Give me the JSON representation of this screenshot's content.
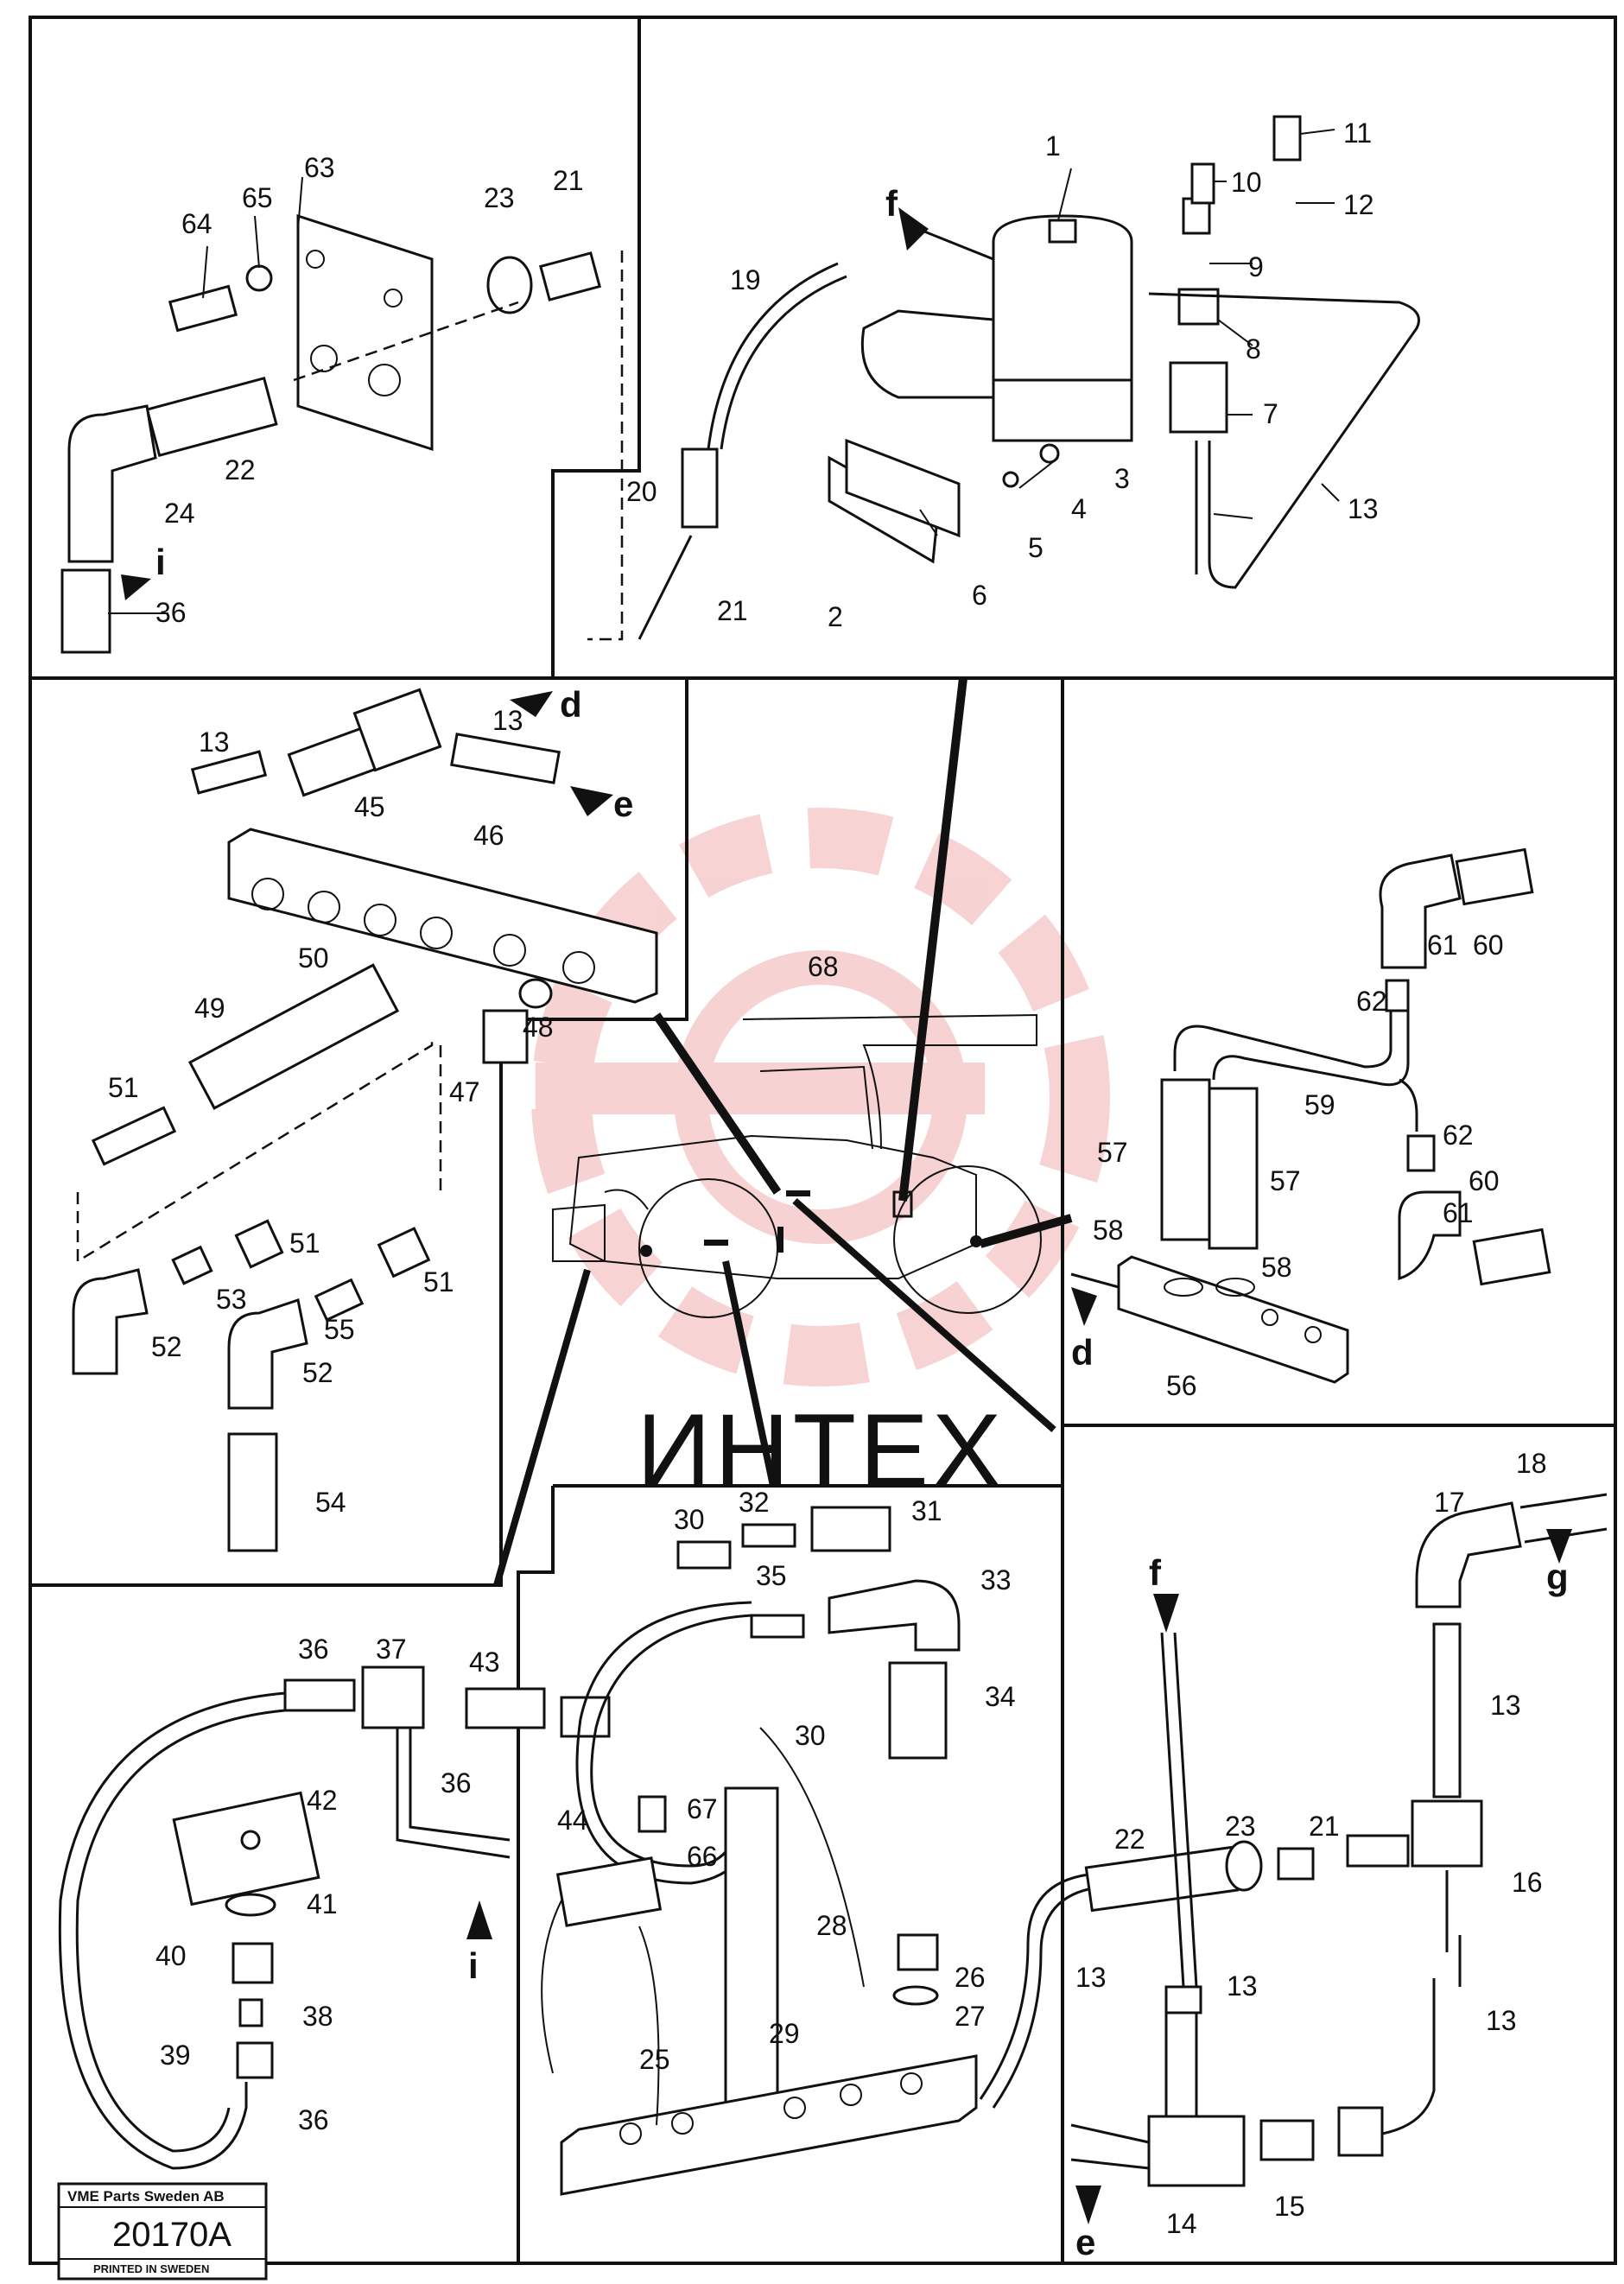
{
  "watermark": "ИНТЕХ",
  "title_block": {
    "company": "VME Parts Sweden AB",
    "drawing_no": "20170A",
    "printed": "PRINTED IN SWEDEN"
  },
  "view_letters": [
    "f",
    "i",
    "d",
    "e",
    "g"
  ],
  "part_numbers": [
    "1",
    "2",
    "3",
    "4",
    "5",
    "6",
    "7",
    "8",
    "9",
    "10",
    "11",
    "12",
    "13",
    "14",
    "15",
    "16",
    "17",
    "18",
    "19",
    "20",
    "21",
    "22",
    "23",
    "24",
    "25",
    "26",
    "27",
    "28",
    "29",
    "30",
    "31",
    "32",
    "33",
    "34",
    "35",
    "36",
    "37",
    "38",
    "39",
    "40",
    "41",
    "42",
    "43",
    "44",
    "45",
    "46",
    "47",
    "48",
    "49",
    "50",
    "51",
    "52",
    "53",
    "54",
    "55",
    "56",
    "57",
    "58",
    "59",
    "60",
    "61",
    "62",
    "63",
    "64",
    "65",
    "66",
    "67",
    "68"
  ]
}
